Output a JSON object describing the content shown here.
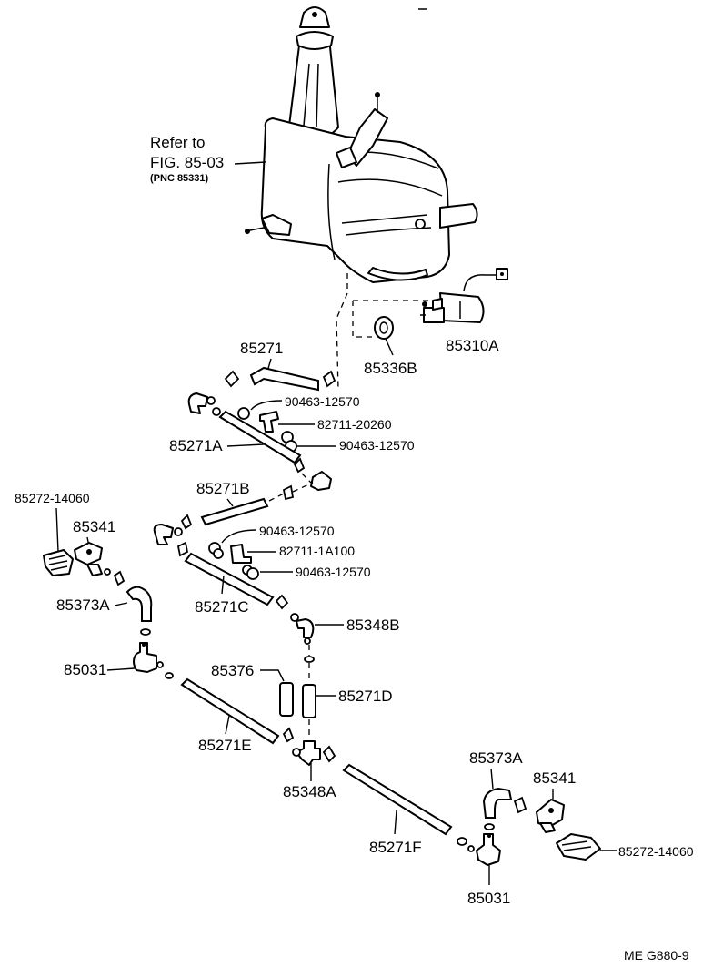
{
  "refer": {
    "line1": "Refer to",
    "line2": "FIG. 85-03",
    "line3": "(PNC 85331)"
  },
  "labels": {
    "p85271": "85271",
    "p85336B": "85336B",
    "p85310A": "85310A",
    "p90463_a": "90463-12570",
    "p82711_20260": "82711-20260",
    "p85271A": "85271A",
    "p90463_b": "90463-12570",
    "p85272_left": "85272-14060",
    "p85271B": "85271B",
    "p85341_left": "85341",
    "p90463_c": "90463-12570",
    "p82711_1A100": "82711-1A100",
    "p90463_d": "90463-12570",
    "p85373A_left": "85373A",
    "p85271C": "85271C",
    "p85348B": "85348B",
    "p85031_left": "85031",
    "p85376": "85376",
    "p85271D": "85271D",
    "p85271E": "85271E",
    "p85373A_right": "85373A",
    "p85341_right": "85341",
    "p85348A": "85348A",
    "p85271F": "85271F",
    "p85272_right": "85272-14060",
    "p85031_right": "85031"
  },
  "footer": {
    "code": "ME  G880-9"
  }
}
